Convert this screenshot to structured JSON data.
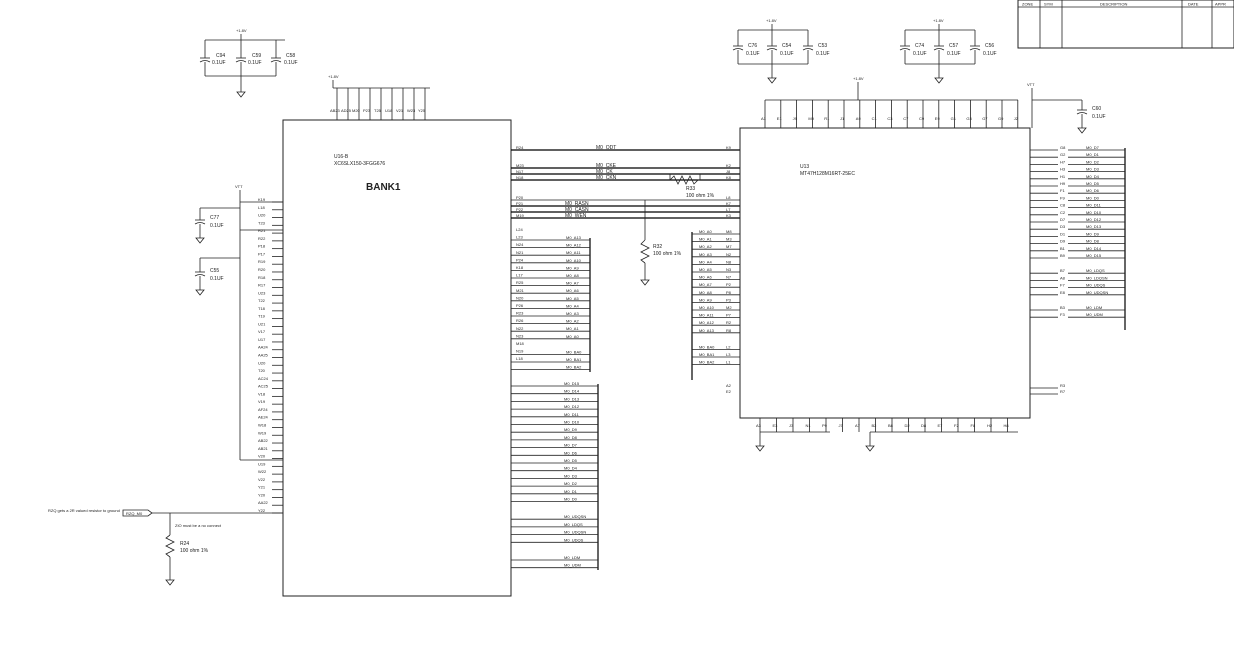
{
  "revision_table": {
    "headers": [
      "ZONE",
      "SYM",
      "DESCRIPTION",
      "DATE",
      "APPR"
    ]
  },
  "power_labels": {
    "v18": "+1.8V",
    "vtt": "VTT"
  },
  "caps_top_left": [
    {
      "ref": "C94",
      "val": "0.1UF"
    },
    {
      "ref": "C59",
      "val": "0.1UF"
    },
    {
      "ref": "C58",
      "val": "0.1UF"
    }
  ],
  "caps_top_mid": [
    {
      "ref": "C76",
      "val": "0.1UF"
    },
    {
      "ref": "C54",
      "val": "0.1UF"
    },
    {
      "ref": "C53",
      "val": "0.1UF"
    }
  ],
  "caps_top_right": [
    {
      "ref": "C74",
      "val": "0.1UF"
    },
    {
      "ref": "C57",
      "val": "0.1UF"
    },
    {
      "ref": "C56",
      "val": "0.1UF"
    }
  ],
  "cap_c60": {
    "ref": "C60",
    "val": "0.1UF"
  },
  "cap_c77": {
    "ref": "C77",
    "val": "0.1UF"
  },
  "cap_c55": {
    "ref": "C55",
    "val": "0.1UF"
  },
  "fpga": {
    "ref": "U16-B",
    "part": "XC6SLX150-3FGG676",
    "bank": "BANK1",
    "vcco_pins": [
      "AB23",
      "AD25",
      "M20",
      "P23",
      "T25",
      "U18",
      "V21",
      "W23",
      "Y25"
    ],
    "left_pins": [
      "K19",
      "L18",
      "U20",
      "T23",
      "R21",
      "R22",
      "P18",
      "P17",
      "R19",
      "R20",
      "R18",
      "R17",
      "U23",
      "T22",
      "T18",
      "T19",
      "U21",
      "V17",
      "U17",
      "AA24",
      "AA25",
      "U20",
      "T20",
      "AC24",
      "AC25",
      "V18",
      "V19",
      "AF24",
      "AE24",
      "W18",
      "W19",
      "AB22",
      "AB21",
      "V20",
      "U19",
      "W22",
      "V22",
      "Y21",
      "Y20",
      "AA22",
      "Y22"
    ],
    "right_pins_top": [
      "R24",
      "M23",
      "N17",
      "N18",
      "P20",
      "P21",
      "P22",
      "M19",
      "L24",
      "L23",
      "N24",
      "N21",
      "P24",
      "K18",
      "L17",
      "R25",
      "M21",
      "N20",
      "P26",
      "R23",
      "R26",
      "N22",
      "N23",
      "M18",
      "N19",
      "L18"
    ]
  },
  "fpga_nets": [
    "M0_ODT",
    "M0_CKE",
    "M0_CK",
    "M0_CKN",
    "M0_RASN",
    "M0_CASN",
    "M0_WEN",
    "M0_A13",
    "M0_A12",
    "M0_A11",
    "M0_A10",
    "M0_A9",
    "M0_A8",
    "M0_A7",
    "M0_A6",
    "M0_A5",
    "M0_A4",
    "M0_A3",
    "M0_A2",
    "M0_A1",
    "M0_A0",
    "M0_BA0",
    "M0_BA1",
    "M0_BA2"
  ],
  "fpga_data_nets": [
    "M0_D15",
    "M0_D14",
    "M0_D13",
    "M0_D12",
    "M0_D11",
    "M0_D10",
    "M0_D9",
    "M0_D8",
    "M0_D7",
    "M0_D6",
    "M0_D5",
    "M0_D4",
    "M0_D3",
    "M0_D2",
    "M0_D1",
    "M0_D0",
    "M0_UDQSN",
    "M0_LDQS",
    "M0_UDQSN",
    "M0_UDQS",
    "M0_LDM",
    "M0_UDM"
  ],
  "r33": {
    "ref": "R33",
    "val": "100 ohm 1%"
  },
  "r32": {
    "ref": "R32",
    "val": "100 ohm 1%"
  },
  "r24": {
    "ref": "R24",
    "val": "100 ohm 1%"
  },
  "rzq": {
    "net": "RZQ_M0",
    "note": "RZQ gets a 2R valued resistor to ground",
    "zio_note": "ZIO must be a no connect"
  },
  "ddr": {
    "ref": "U13",
    "part": "MT47H128M16RT-25EC",
    "top_pins": [
      "A1",
      "E1",
      "J9",
      "M9",
      "R1",
      "J1",
      "A9",
      "C1",
      "C3",
      "C7",
      "C9",
      "E9",
      "G1",
      "G3",
      "G7",
      "G9",
      "J2"
    ],
    "bottom_pins": [
      "A3",
      "E3",
      "J3",
      "N1",
      "P9",
      "J7",
      "A7",
      "B2",
      "B8",
      "D2",
      "D8",
      "E7",
      "F2",
      "F8",
      "H2",
      "H8"
    ],
    "left_pins": [
      "K9",
      "K2",
      "J8",
      "K8",
      "L8",
      "K7",
      "L7",
      "K3",
      "M8",
      "M3",
      "M7",
      "N2",
      "N8",
      "N3",
      "N7",
      "P2",
      "P8",
      "P3",
      "M2",
      "P7",
      "R2",
      "R8",
      "L2",
      "L3",
      "L1",
      "A2",
      "E2"
    ],
    "left_nets": [
      "M0_A0",
      "M0_A1",
      "M0_A2",
      "M0_A3",
      "M0_A4",
      "M0_A5",
      "M0_A6",
      "M0_A7",
      "M0_A8",
      "M0_A9",
      "M0_A10",
      "M0_A11",
      "M0_A12",
      "M0_A13",
      "M0_BA0",
      "M0_BA1",
      "M0_BA2"
    ],
    "right_pins": [
      "G8",
      "G2",
      "H7",
      "H3",
      "H1",
      "H9",
      "F1",
      "F9",
      "C8",
      "C2",
      "D7",
      "D3",
      "D1",
      "D9",
      "B1",
      "B9",
      "B7",
      "A8",
      "F7",
      "E8",
      "B3",
      "F3",
      "R3",
      "R7"
    ],
    "right_nets": [
      "M0_D7",
      "M0_D1",
      "M0_D2",
      "M0_D3",
      "M0_D4",
      "M0_D5",
      "M0_D6",
      "M0_D0",
      "M0_D11",
      "M0_D10",
      "M0_D12",
      "M0_D13",
      "M0_D9",
      "M0_D8",
      "M0_D14",
      "M0_D15",
      "M0_LDQS",
      "M0_LDQSN",
      "M0_UDQS",
      "M0_UDQSN",
      "M0_LDM",
      "M0_UDM"
    ]
  }
}
